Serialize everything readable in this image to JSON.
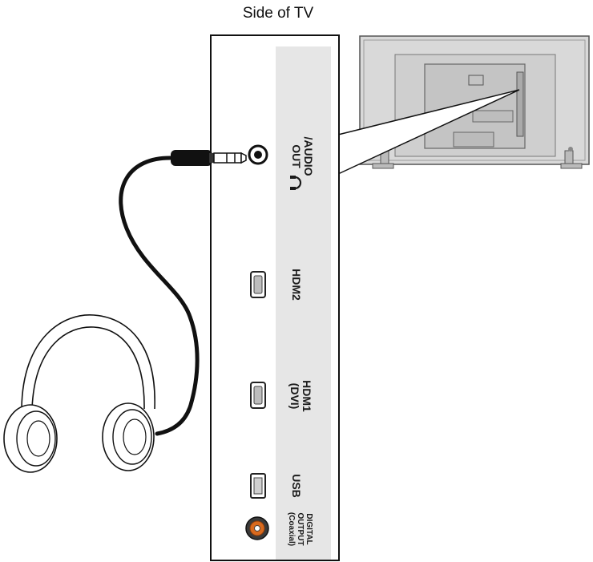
{
  "title": "Side of TV",
  "ports": {
    "audio_out": {
      "line1": "/AUDIO",
      "line2": "OUT"
    },
    "hdmi2": {
      "line1": "HDM2"
    },
    "hdmi1": {
      "line1": "HDM1",
      "line2": "(DVI)"
    },
    "usb": {
      "line1": "USB"
    },
    "digital_output": {
      "line1": "DIGITAL",
      "line2": "OUTPUT",
      "line3": "(Coaxial)"
    }
  },
  "colors": {
    "panel_outline": "#111111",
    "label_strip": "#e6e6e6",
    "coaxial_ring": "#d96a1e",
    "cable": "#111111",
    "tv_body": "#d9d9d9"
  },
  "icons": {
    "headphone_symbol": "headphone-icon"
  }
}
